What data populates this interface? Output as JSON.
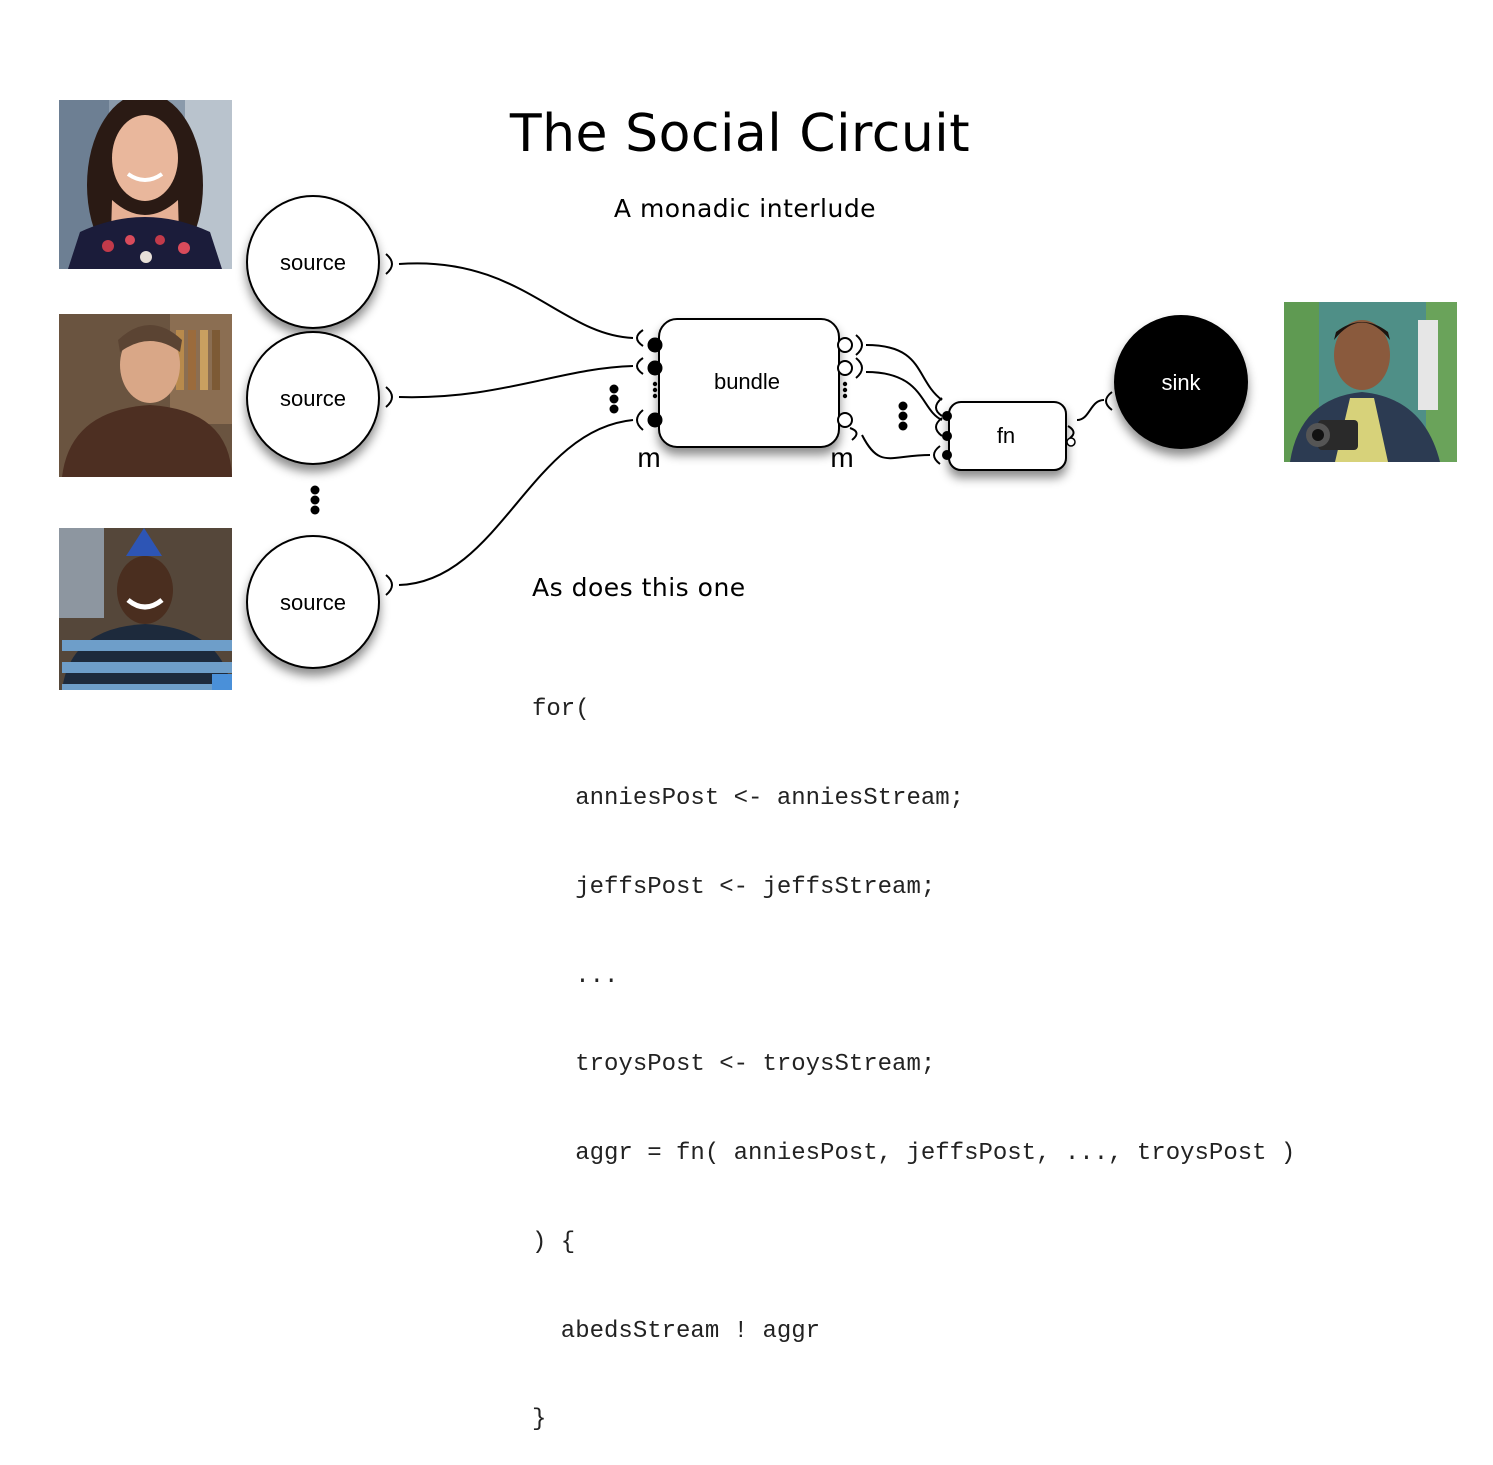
{
  "slide": {
    "title": "The Social Circuit",
    "subtitle": "A monadic interlude",
    "caption": "As does this one"
  },
  "diagram": {
    "nodes": {
      "source_labels": [
        "source",
        "source",
        "source"
      ],
      "bundle_label": "bundle",
      "fn_label": "fn",
      "sink_label": "sink",
      "monad_labels": [
        "m",
        "m"
      ]
    },
    "photos": [
      {
        "name": "annie-photo",
        "description": "young woman with dark hair, floral top"
      },
      {
        "name": "jeff-photo",
        "description": "man in brown sweater"
      },
      {
        "name": "troy-photo",
        "description": "smiling man in striped sweater with party hat"
      },
      {
        "name": "abed-photo",
        "description": "man holding a video camera"
      }
    ],
    "colors": {
      "node_fill": "#ffffff",
      "sink_fill": "#000000",
      "stroke": "#000000"
    }
  },
  "code": {
    "lines": [
      "for(",
      "   anniesPost <- anniesStream;",
      "   jeffsPost <- jeffsStream;",
      "   ...",
      "   troysPost <- troysStream;",
      "   aggr = fn( anniesPost, jeffsPost, ..., troysPost )",
      ") {",
      "  abedsStream ! aggr",
      "}"
    ]
  }
}
